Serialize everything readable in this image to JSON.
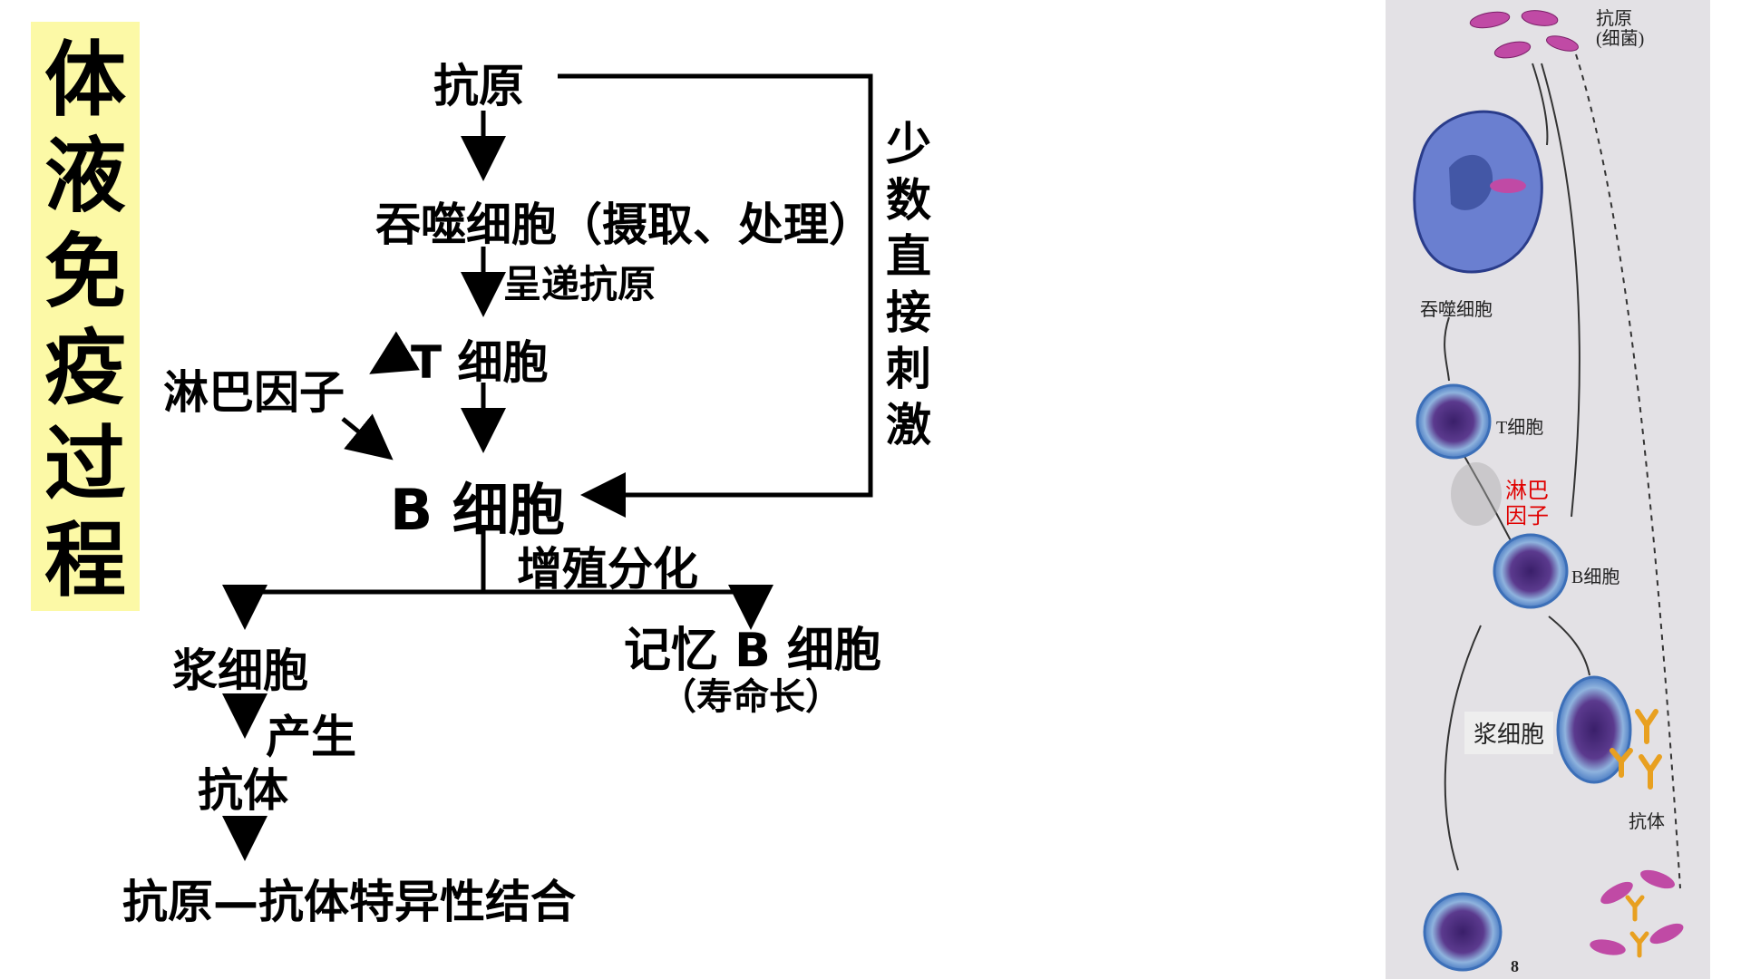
{
  "title": [
    "体",
    "液",
    "免",
    "疫",
    "过",
    "程"
  ],
  "flow": {
    "antigen": "抗原",
    "macrophage": "吞噬细胞（摄取、处理）",
    "present_antigen": "呈递抗原",
    "t_cell": "T 细胞",
    "lymphokine": "淋巴因子",
    "b_cell": "B 细胞",
    "direct_stimulation": [
      "少",
      "数",
      "直",
      "接",
      "刺",
      "激"
    ],
    "proliferate": "增殖分化",
    "plasma_cell": "浆细胞",
    "memory_b": "记忆 B 细胞",
    "lifespan": "（寿命长）",
    "produce": "产生",
    "antibody": "抗体",
    "binding": "抗原—抗体特异性结合"
  },
  "illustration": {
    "antigen_label": [
      "抗原",
      "(细菌)"
    ],
    "macrophage_label": "吞噬细胞",
    "t_cell_label": "T细胞",
    "lymphokine_label": [
      "淋巴",
      "因子"
    ],
    "b_cell_label": "B细胞",
    "plasma_cell_label": "浆细胞",
    "antibody_label": "抗体",
    "page_number": "8"
  },
  "colors": {
    "title_bg": "#fcf9a6",
    "lymphokine_red": "#e00000",
    "illus_bg": "#e3e1e5"
  }
}
